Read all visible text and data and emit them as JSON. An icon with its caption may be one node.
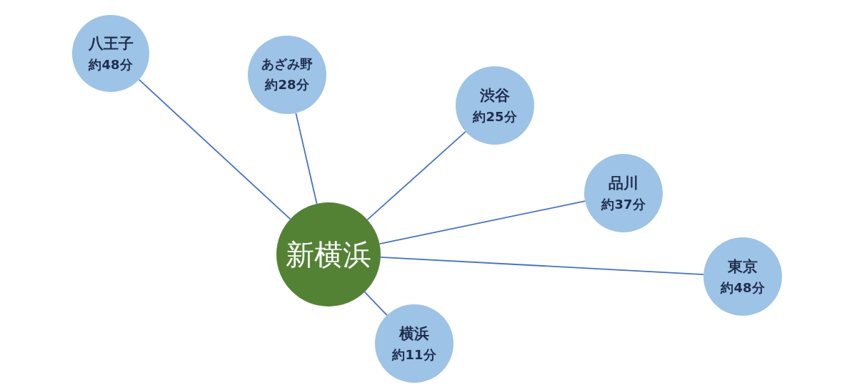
{
  "diagram": {
    "nodes": [
      {
        "text": [
          "八王子",
          "約48分"
        ]
      },
      {
        "text": [
          "あざみ野",
          "約28分"
        ]
      },
      {
        "text": [
          "渋谷",
          "約25分"
        ]
      },
      {
        "text": [
          "品川",
          "約37分"
        ]
      },
      {
        "text": [
          "新横浜"
        ]
      },
      {
        "text": [
          "東京",
          "約48分"
        ]
      },
      {
        "text": [
          "横浜",
          "約11分"
        ]
      }
    ],
    "edges": [
      {
        "from": 4,
        "to": 0,
        "arrow": "none"
      },
      {
        "from": 4,
        "to": 1,
        "arrow": "none"
      },
      {
        "from": 4,
        "to": 2,
        "arrow": "none"
      },
      {
        "from": 4,
        "to": 3,
        "arrow": "none"
      },
      {
        "from": 4,
        "to": 5,
        "arrow": "none"
      },
      {
        "from": 4,
        "to": 6,
        "arrow": "none"
      }
    ]
  }
}
